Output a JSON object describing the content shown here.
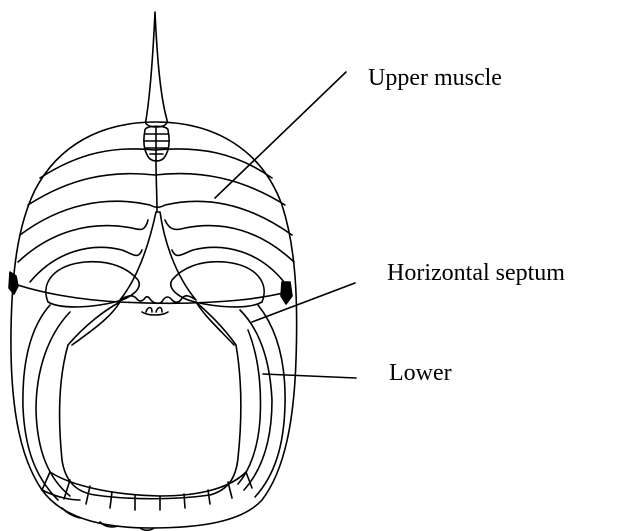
{
  "labels": {
    "upper": "Upper muscle",
    "septum": "Horizontal septum",
    "lower": "Lower"
  },
  "colors": {
    "ink": "#000000",
    "background": "#ffffff"
  }
}
